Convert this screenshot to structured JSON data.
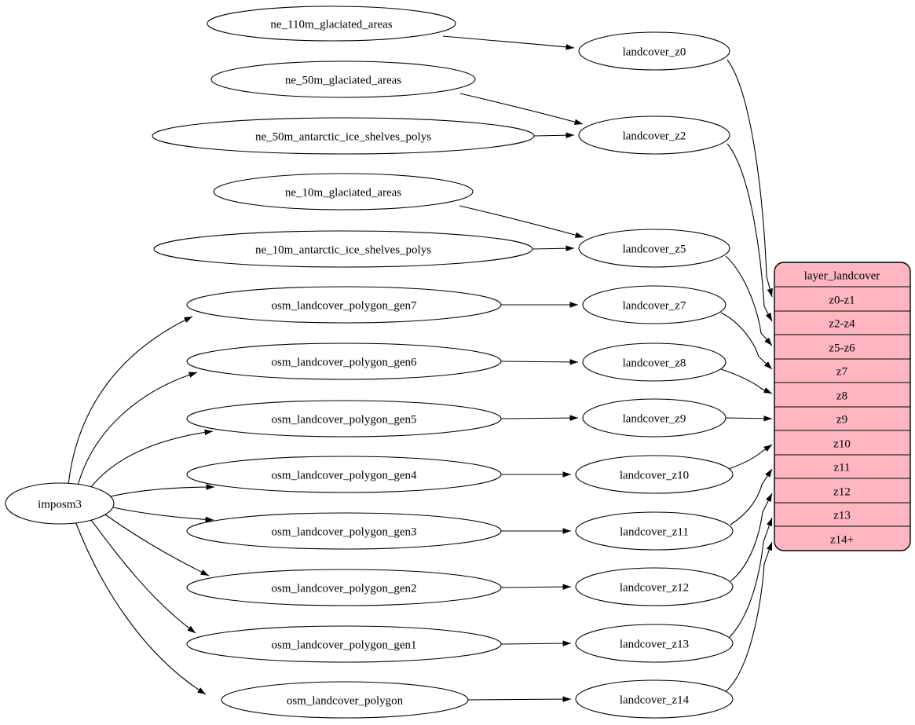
{
  "diagram": {
    "kind": "graphviz-digraph",
    "direction": "left-to-right",
    "background_color": "#ffffff",
    "node_fill": "#ffffff",
    "edge_color": "#000000",
    "table_fill": "#ffb6c1"
  },
  "nodes": {
    "imposm3": {
      "label": "imposm3"
    },
    "ne_110m_glaciated_areas": {
      "label": "ne_110m_glaciated_areas"
    },
    "ne_50m_glaciated_areas": {
      "label": "ne_50m_glaciated_areas"
    },
    "ne_50m_antarctic_ice_shelves_polys": {
      "label": "ne_50m_antarctic_ice_shelves_polys"
    },
    "ne_10m_glaciated_areas": {
      "label": "ne_10m_glaciated_areas"
    },
    "ne_10m_antarctic_ice_shelves_polys": {
      "label": "ne_10m_antarctic_ice_shelves_polys"
    },
    "osm_landcover_polygon_gen7": {
      "label": "osm_landcover_polygon_gen7"
    },
    "osm_landcover_polygon_gen6": {
      "label": "osm_landcover_polygon_gen6"
    },
    "osm_landcover_polygon_gen5": {
      "label": "osm_landcover_polygon_gen5"
    },
    "osm_landcover_polygon_gen4": {
      "label": "osm_landcover_polygon_gen4"
    },
    "osm_landcover_polygon_gen3": {
      "label": "osm_landcover_polygon_gen3"
    },
    "osm_landcover_polygon_gen2": {
      "label": "osm_landcover_polygon_gen2"
    },
    "osm_landcover_polygon_gen1": {
      "label": "osm_landcover_polygon_gen1"
    },
    "osm_landcover_polygon": {
      "label": "osm_landcover_polygon"
    },
    "landcover_z0": {
      "label": "landcover_z0"
    },
    "landcover_z2": {
      "label": "landcover_z2"
    },
    "landcover_z5": {
      "label": "landcover_z5"
    },
    "landcover_z7": {
      "label": "landcover_z7"
    },
    "landcover_z8": {
      "label": "landcover_z8"
    },
    "landcover_z9": {
      "label": "landcover_z9"
    },
    "landcover_z10": {
      "label": "landcover_z10"
    },
    "landcover_z11": {
      "label": "landcover_z11"
    },
    "landcover_z12": {
      "label": "landcover_z12"
    },
    "landcover_z13": {
      "label": "landcover_z13"
    },
    "landcover_z14": {
      "label": "landcover_z14"
    }
  },
  "table": {
    "title": "layer_landcover",
    "fill": "#ffb6c1",
    "rows": [
      "z0-z1",
      "z2-z4",
      "z5-z6",
      "z7",
      "z8",
      "z9",
      "z10",
      "z11",
      "z12",
      "z13",
      "z14+"
    ]
  },
  "edges": [
    [
      "ne_110m_glaciated_areas",
      "landcover_z0"
    ],
    [
      "ne_50m_glaciated_areas",
      "landcover_z2"
    ],
    [
      "ne_50m_antarctic_ice_shelves_polys",
      "landcover_z2"
    ],
    [
      "ne_10m_glaciated_areas",
      "landcover_z5"
    ],
    [
      "ne_10m_antarctic_ice_shelves_polys",
      "landcover_z5"
    ],
    [
      "imposm3",
      "osm_landcover_polygon_gen7"
    ],
    [
      "imposm3",
      "osm_landcover_polygon_gen6"
    ],
    [
      "imposm3",
      "osm_landcover_polygon_gen5"
    ],
    [
      "imposm3",
      "osm_landcover_polygon_gen4"
    ],
    [
      "imposm3",
      "osm_landcover_polygon_gen3"
    ],
    [
      "imposm3",
      "osm_landcover_polygon_gen2"
    ],
    [
      "imposm3",
      "osm_landcover_polygon_gen1"
    ],
    [
      "imposm3",
      "osm_landcover_polygon"
    ],
    [
      "osm_landcover_polygon_gen7",
      "landcover_z7"
    ],
    [
      "osm_landcover_polygon_gen6",
      "landcover_z8"
    ],
    [
      "osm_landcover_polygon_gen5",
      "landcover_z9"
    ],
    [
      "osm_landcover_polygon_gen4",
      "landcover_z10"
    ],
    [
      "osm_landcover_polygon_gen3",
      "landcover_z11"
    ],
    [
      "osm_landcover_polygon_gen2",
      "landcover_z12"
    ],
    [
      "osm_landcover_polygon_gen1",
      "landcover_z13"
    ],
    [
      "osm_landcover_polygon",
      "landcover_z14"
    ],
    [
      "landcover_z0",
      "layer_landcover:z0-z1"
    ],
    [
      "landcover_z2",
      "layer_landcover:z2-z4"
    ],
    [
      "landcover_z5",
      "layer_landcover:z5-z6"
    ],
    [
      "landcover_z7",
      "layer_landcover:z7"
    ],
    [
      "landcover_z8",
      "layer_landcover:z8"
    ],
    [
      "landcover_z9",
      "layer_landcover:z9"
    ],
    [
      "landcover_z10",
      "layer_landcover:z10"
    ],
    [
      "landcover_z11",
      "layer_landcover:z11"
    ],
    [
      "landcover_z12",
      "layer_landcover:z12"
    ],
    [
      "landcover_z13",
      "layer_landcover:z13"
    ],
    [
      "landcover_z14",
      "layer_landcover:z14+"
    ]
  ]
}
